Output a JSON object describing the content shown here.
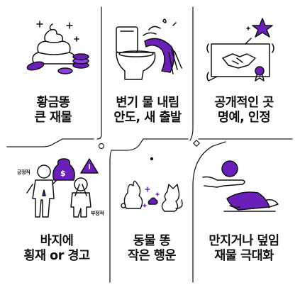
{
  "colors": {
    "ink": "#111111",
    "accent": "#6a1fb8",
    "accent_light": "#8b3fd6",
    "line": "#222222"
  },
  "cells": [
    {
      "icon": "gold-poop-coins-icon",
      "line1": "황금똥",
      "line2": "큰 재물"
    },
    {
      "icon": "toilet-flush-icon",
      "line1": "변기 물 내림",
      "line2": "안도, 새 출발"
    },
    {
      "icon": "handshake-certificate-icon",
      "line1": "공개적인 곳",
      "line2": "명예, 인정"
    },
    {
      "icon": "pants-stain-people-icon",
      "line1": "바지에",
      "line2": "횡재 or 경고",
      "label_positive": "긍정적",
      "label_negative": "부정적"
    },
    {
      "icon": "rabbit-cat-poop-icon",
      "line1": "동물 똥",
      "line2": "작은 행운"
    },
    {
      "icon": "hand-orb-cloth-icon",
      "line1": "만지거나 덮임",
      "line2": "재물 극대화"
    }
  ]
}
